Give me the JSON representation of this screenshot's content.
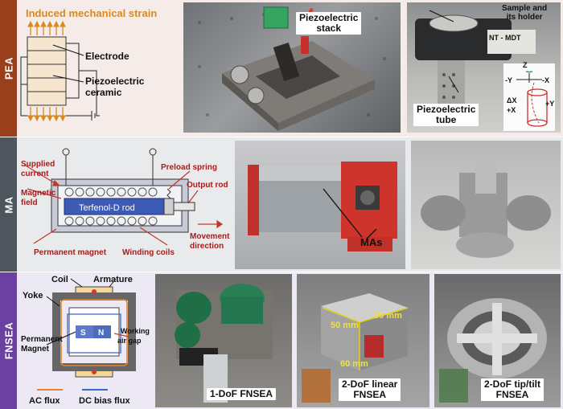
{
  "rows": {
    "pea": {
      "tag": "PEA",
      "color": "#9a3f1c",
      "bg": "#f5ebe8"
    },
    "ma": {
      "tag": "MA",
      "color": "#4f555c",
      "bg": "#e9eaec"
    },
    "fnsea": {
      "tag": "FNSEA",
      "color": "#6a40a0",
      "bg": "#ece8f4"
    }
  },
  "pea": {
    "diagram": {
      "title": "Induced mechanical strain",
      "electrode": "Electrode",
      "ceramic_1": "Piezoelectric",
      "ceramic_2": "ceramic"
    },
    "photo2": {
      "label_1": "Piezoelectric",
      "label_2": "stack"
    },
    "photo3": {
      "sample_1": "Sample and",
      "sample_2": "its holder",
      "brand": "NT - MDT",
      "tube_1": "Piezoelectric",
      "tube_2": "tube",
      "axis_z": "Z",
      "axis_mx": "-X",
      "axis_my": "-Y",
      "axis_px": "+X",
      "axis_py": "+Y",
      "axis_dx": "ΔX"
    }
  },
  "ma": {
    "diagram": {
      "supplied_1": "Supplied",
      "supplied_2": "current",
      "field_1": "Magnetic",
      "field_2": "field",
      "rod": "Terfenol-D rod",
      "preload": "Preload spring",
      "output": "Output rod",
      "movement_1": "Movement",
      "movement_2": "direction",
      "magnet": "Permanent magnet",
      "coils": "Winding coils"
    },
    "photo2": {
      "label": "MAs"
    }
  },
  "fnsea": {
    "diagram": {
      "coil": "Coil",
      "armature": "Armature",
      "yoke": "Yoke",
      "perm_1": "Permanent",
      "perm_2": "Magnet",
      "working_1": "Working",
      "working_2": "air gap",
      "s": "S",
      "n": "N",
      "ac": "AC flux",
      "dc": "DC bias flux"
    },
    "photo1": {
      "caption": "1-DoF FNSEA"
    },
    "photo2": {
      "dim_a": "50 mm",
      "dim_b": "50 mm",
      "dim_c": "60 mm",
      "caption_1": "2-DoF linear",
      "caption_2": "FNSEA"
    },
    "photo3": {
      "caption_1": "2-DoF tip/tilt",
      "caption_2": "FNSEA"
    }
  }
}
